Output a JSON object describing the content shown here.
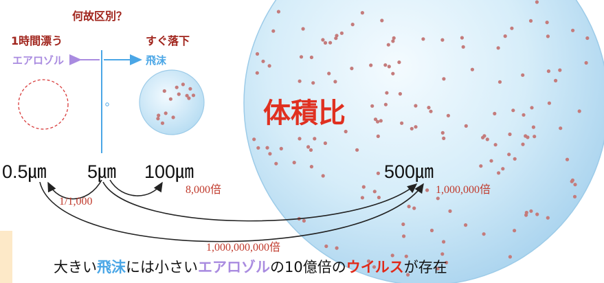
{
  "labels": {
    "question": "何故区別？",
    "aerosol_desc": "1時間漂う",
    "droplet_desc": "すぐ落下",
    "aerosol": "エアロゾル",
    "droplet": "飛沫",
    "volume_ratio": "体積比",
    "size_05": "0.5㎛",
    "size_5": "5㎛",
    "size_100": "100㎛",
    "size_500": "500㎛",
    "ratio_1_1000": "1/1,000",
    "ratio_8000": "8,000倍",
    "ratio_1e6": "1,000,000倍",
    "ratio_1e9": "1,000,000,000倍"
  },
  "caption": {
    "part1": "大きい",
    "droplet": "飛沫",
    "part2": "には小さい",
    "aerosol": "エアロゾル",
    "part3": "の10億倍の",
    "virus": "ウイルス",
    "part4": "が存在"
  },
  "colors": {
    "dark_red": "#a0241c",
    "red": "#e03020",
    "aerosol_purple": "#a98be0",
    "droplet_blue": "#4aa6e6",
    "virus_red": "#e02a1a",
    "sphere_fill": "#cfe8f6",
    "dot": "#c47b7b"
  }
}
